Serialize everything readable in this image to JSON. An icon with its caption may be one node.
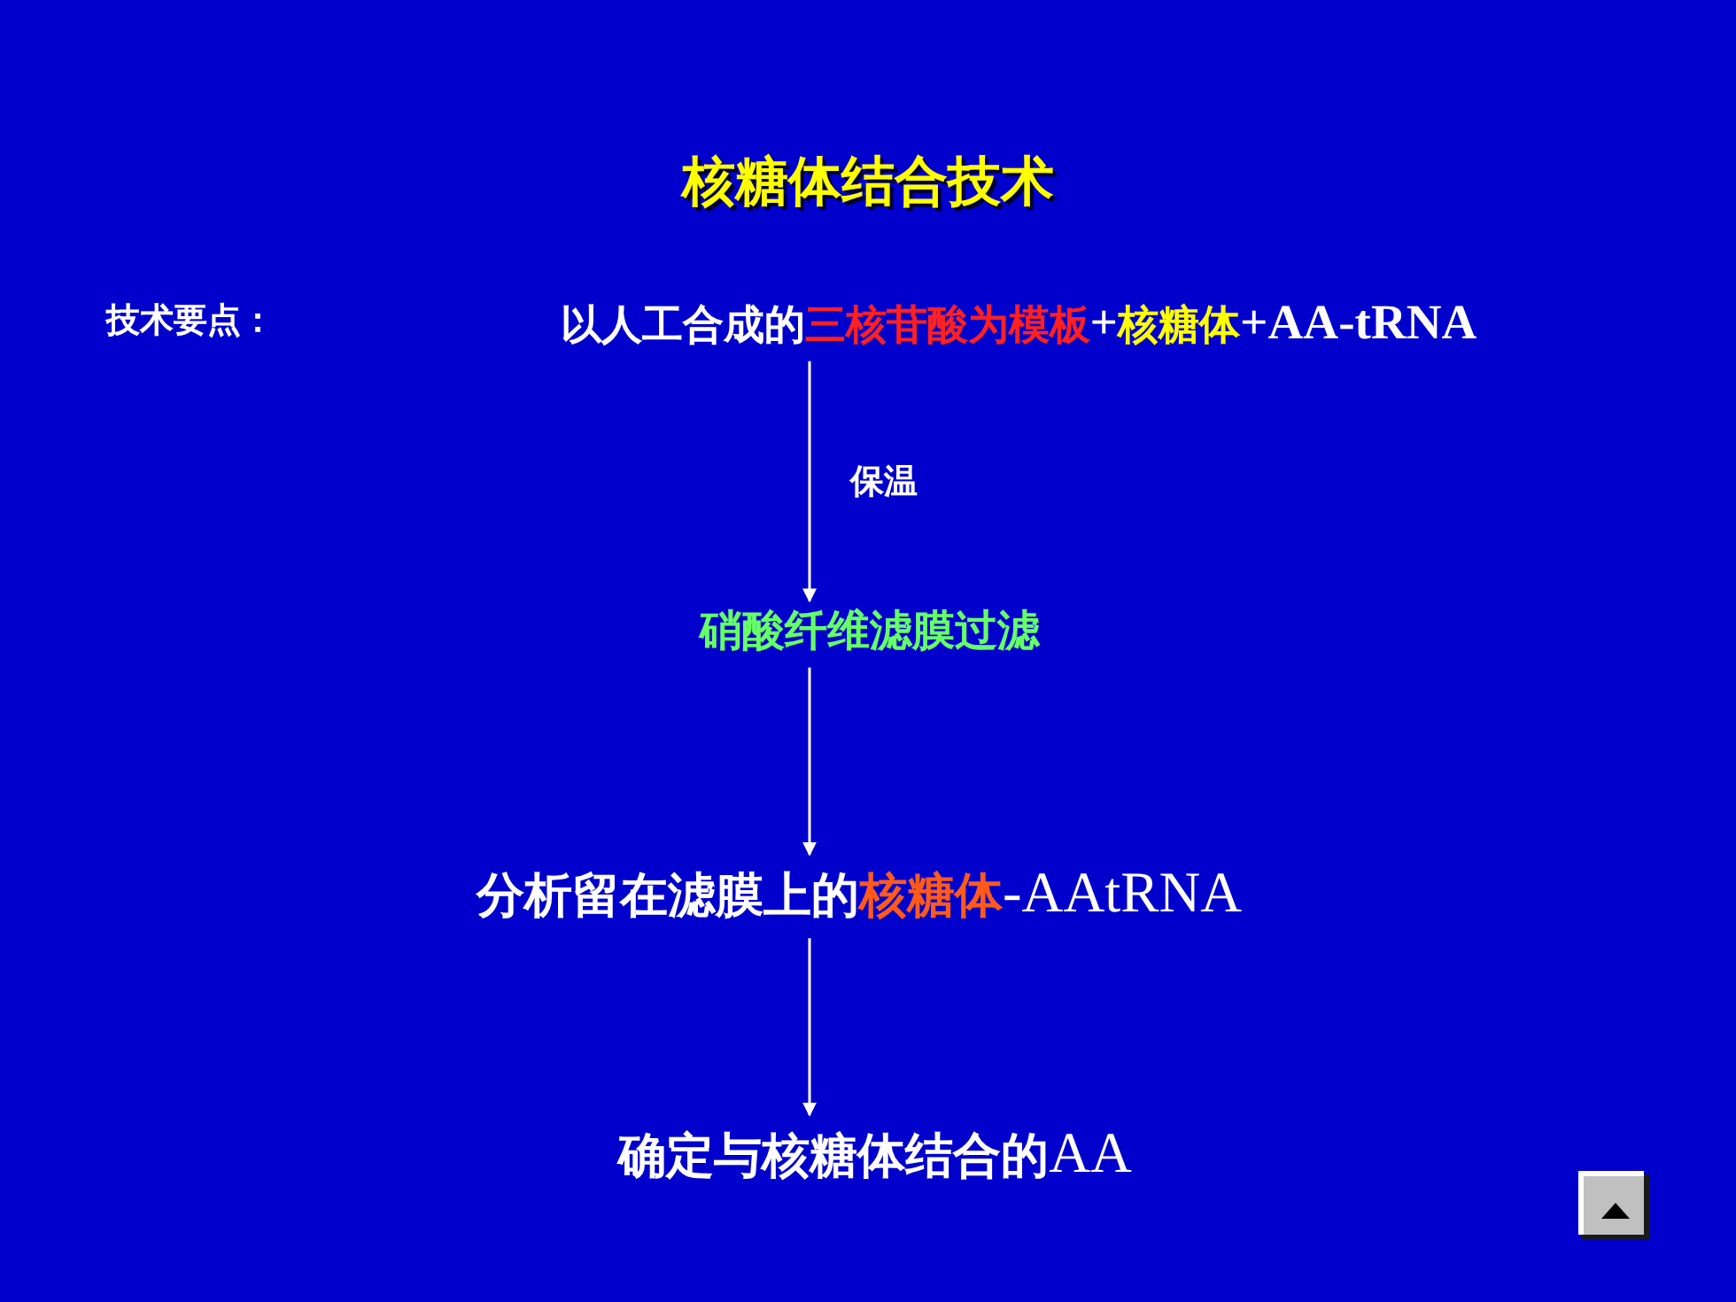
{
  "diagram": {
    "title": "核糖体结合技术",
    "nodes": [
      {
        "text": [
          "以人工合成的",
          "三核苷酸为模板",
          "+",
          "核糖体",
          "+AA-tRNA"
        ]
      },
      {
        "text": [
          "硝酸纤维滤膜过滤"
        ]
      },
      {
        "text": [
          "分析留在滤膜上的",
          "核糖体",
          "-AAtRNA"
        ]
      },
      {
        "text": [
          "确定与核糖体结合的",
          "AA"
        ]
      }
    ],
    "edges": [
      {
        "from": 0,
        "to": 1,
        "arrow": "to",
        "label": "保温"
      },
      {
        "from": 1,
        "to": 2,
        "arrow": "to"
      },
      {
        "from": 2,
        "to": 3,
        "arrow": "to"
      }
    ],
    "labels": [
      "技术要点："
    ]
  }
}
